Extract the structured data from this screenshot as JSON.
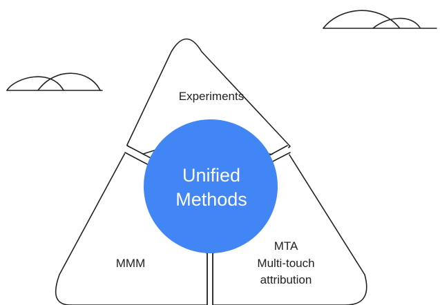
{
  "diagram": {
    "center": {
      "line1": "Unified",
      "line2": "Methods",
      "color": "#4285F4"
    },
    "sections": {
      "top": {
        "label": "Experiments"
      },
      "left": {
        "label": "MMM"
      },
      "right": {
        "line1": "MTA",
        "line2": "Multi-touch",
        "line3": "attribution"
      }
    },
    "outline_color": "#202124",
    "background": "#FFFFFF"
  }
}
